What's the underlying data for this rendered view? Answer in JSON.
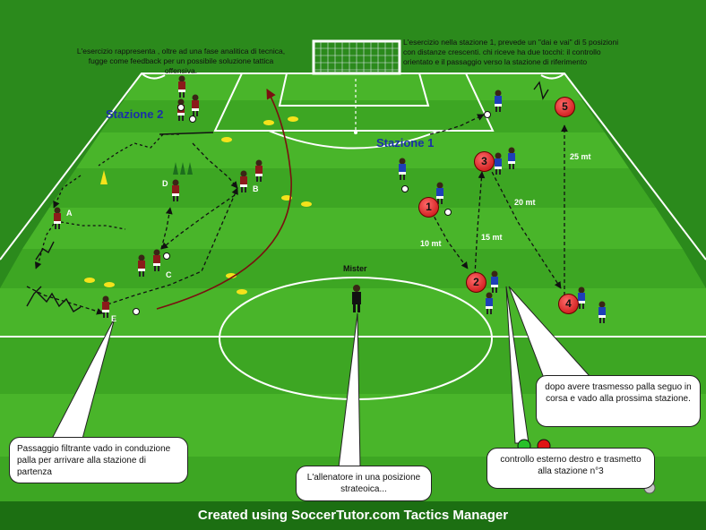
{
  "notes": {
    "left": "L'esercizio rappresenta , oltre ad una fase analitica di tecnica, fugge come feedback per un possibile soluzione tattica offensiva.",
    "right": "L'esercizio nella stazione 1, prevede un \"dai e vai\" di 5 posizioni con distanze crescenti. chi riceve ha due tocchi: il controllo orientato e il passaggio verso la stazione di riferimento"
  },
  "stations": {
    "s1": "Stazione 1",
    "s2": "Stazione 2"
  },
  "player_labels": {
    "a": "A",
    "b": "B",
    "c": "C",
    "d": "D",
    "e": "E"
  },
  "positions": {
    "p1": "1",
    "p2": "2",
    "p3": "3",
    "p4": "4",
    "p5": "5"
  },
  "distances": {
    "d10": "10 mt",
    "d15": "15 mt",
    "d20": "20 mt",
    "d25": "25 mt"
  },
  "coach": "Mister",
  "bubbles": {
    "pass": "Passaggio filtrante vado in conduzione palla per arrivare alla stazione di partenza",
    "coach": "L'allenatore in una posizione strateoica...",
    "control": "controllo esterno destro e trasmetto alla stazione n°3",
    "follow": "dopo avere trasmesso palla seguo in corsa e vado alla prossima stazione."
  },
  "footer": "Created using SoccerTutor.com Tactics Manager",
  "colors": {
    "grass_light": "#3fae22",
    "grass_dark": "#35a01c",
    "red_team": "#8b1a1a",
    "blue_team": "#1e3fb8",
    "marker": "#e01515",
    "line": "#ffffff"
  }
}
